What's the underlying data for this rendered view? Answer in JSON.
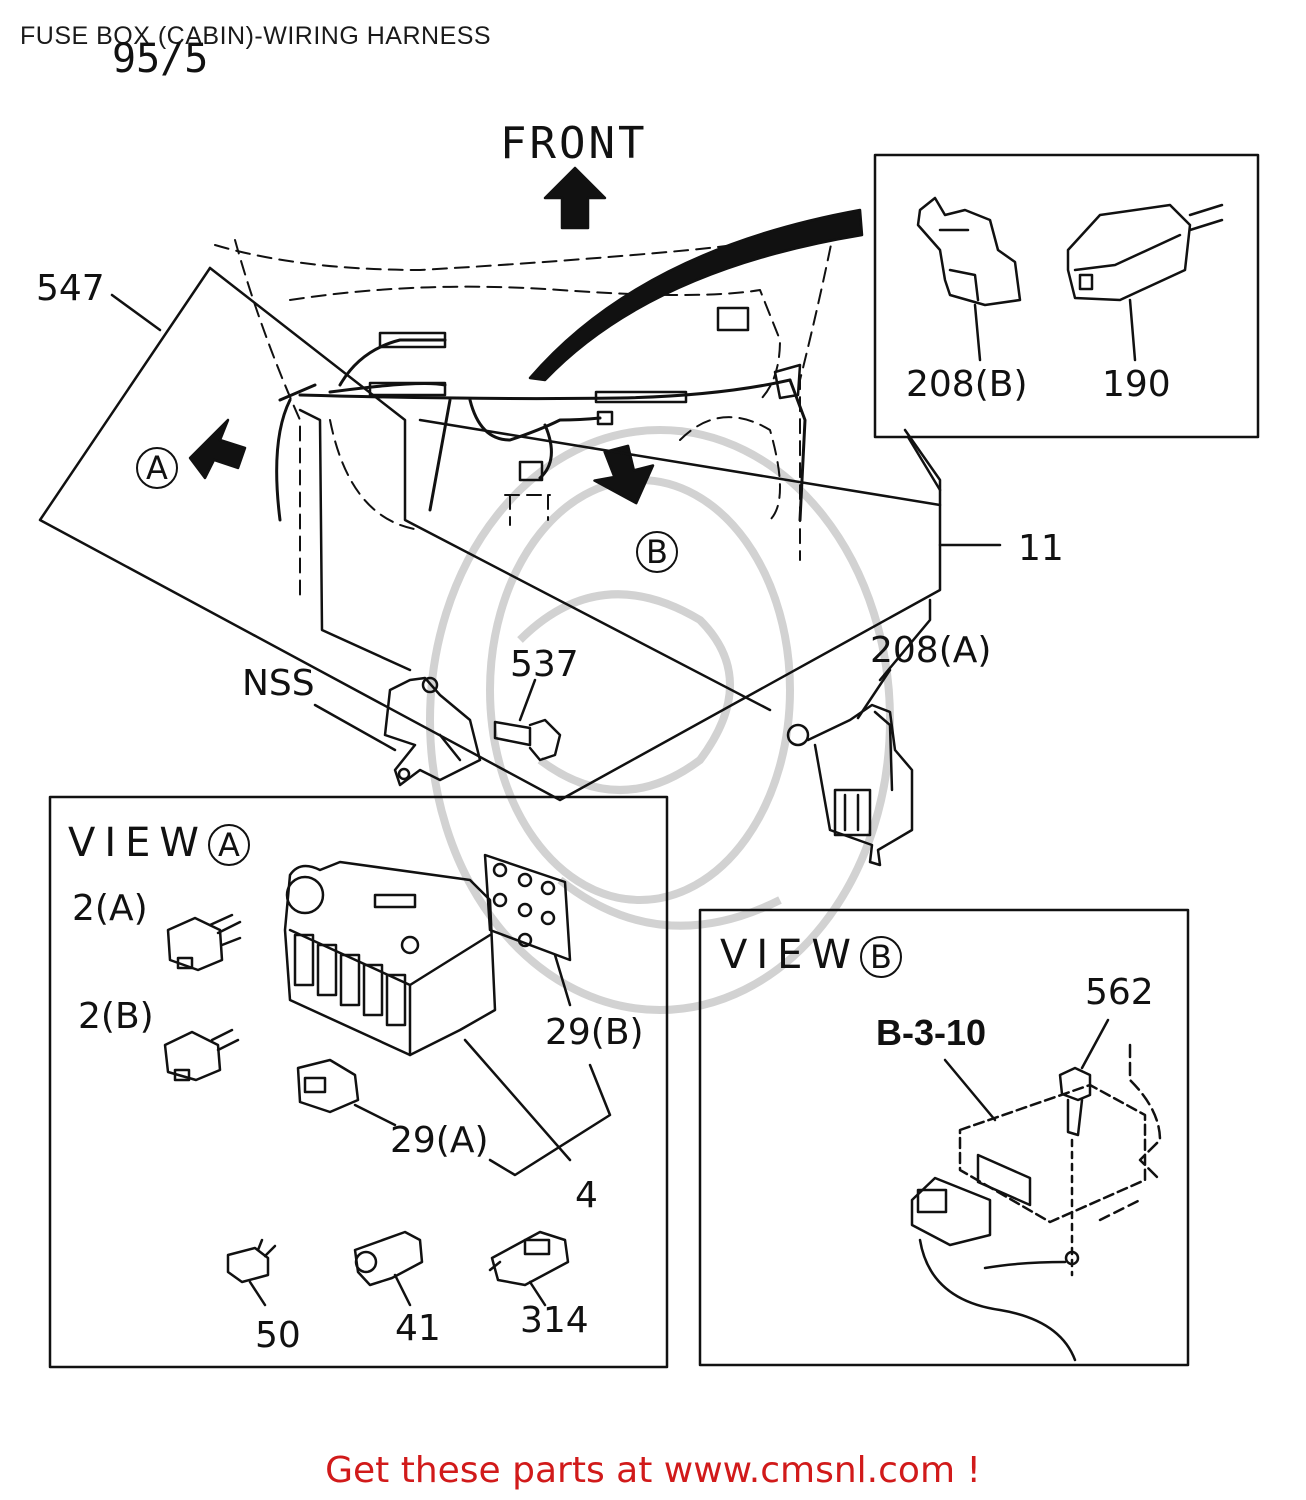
{
  "title": "FUSE BOX (CABIN)-WIRING HARNESS",
  "diagram_code": "95/5",
  "orientation_label": "FRONT",
  "callouts": {
    "A": "A",
    "B": "B"
  },
  "views": {
    "view_a_word": "VIEW",
    "view_a_letter": "A",
    "view_b_word": "VIEW",
    "view_b_letter": "B"
  },
  "location_code": "B-3-10",
  "parts": {
    "p547": "547",
    "p208b": "208(B)",
    "p190": "190",
    "p11": "11",
    "p208a": "208(A)",
    "p537": "537",
    "nss": "NSS",
    "p2a": "2(A)",
    "p2b": "2(B)",
    "p29b": "29(B)",
    "p29a": "29(A)",
    "p4": "4",
    "p50": "50",
    "p41": "41",
    "p314": "314",
    "p562": "562"
  },
  "footer": "Get these parts at www.cmsnl.com !",
  "colors": {
    "ink": "#111111",
    "watermark": "#cfcfcf",
    "footer": "#d11a1a"
  }
}
